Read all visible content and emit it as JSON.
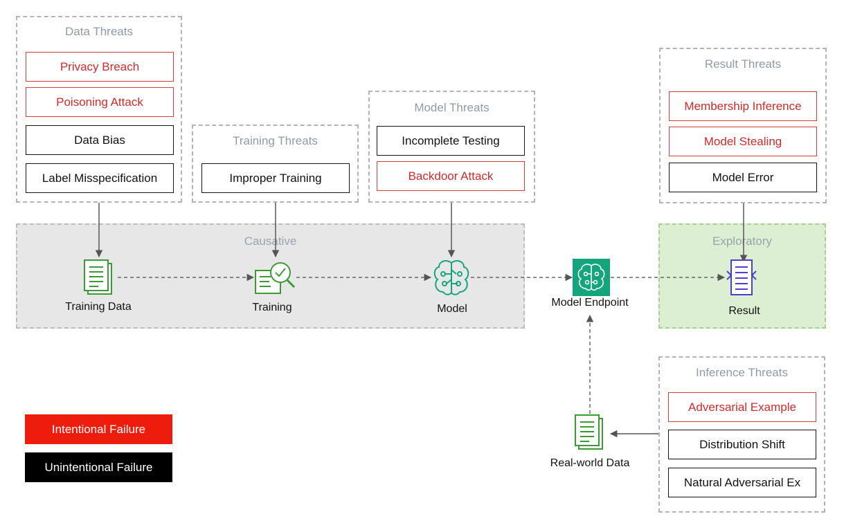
{
  "groups": {
    "data": {
      "title": "Data Threats",
      "items": [
        "Privacy Breach",
        "Poisoning Attack",
        "Data Bias",
        "Label Misspecification"
      ]
    },
    "training": {
      "title": "Training Threats",
      "items": [
        "Improper Training"
      ]
    },
    "model": {
      "title": "Model Threats",
      "items": [
        "Incomplete Testing",
        "Backdoor Attack"
      ]
    },
    "result": {
      "title": "Result Threats",
      "items": [
        "Membership Inference",
        "Model Stealing",
        "Model Error"
      ]
    },
    "inference": {
      "title": "Inference Threats",
      "items": [
        "Adversarial Example",
        "Distribution Shift",
        "Natural Adversarial Ex"
      ]
    }
  },
  "stages": {
    "causative": "Causative",
    "exploratory": "Exploratory"
  },
  "nodes": {
    "training_data": "Training Data",
    "training": "Training",
    "model": "Model",
    "endpoint": "Model Endpoint",
    "result": "Result",
    "realworld": "Real-world Data"
  },
  "legend": {
    "intentional": "Intentional Failure",
    "unintentional": "Unintentional Failure"
  },
  "colors": {
    "intentional": "#ee1c0c",
    "unintentional": "#000000",
    "doc_icon": "#3c9a34",
    "endpoint_icon": "#14a57c",
    "result_icon": "#4b3fcf"
  },
  "icons": {
    "training_data": "document-icon",
    "training": "magnifier-check-icon",
    "model": "brain-circuit-icon",
    "endpoint": "endpoint-brain-icon",
    "result": "result-document-icon",
    "realworld": "document-icon"
  }
}
